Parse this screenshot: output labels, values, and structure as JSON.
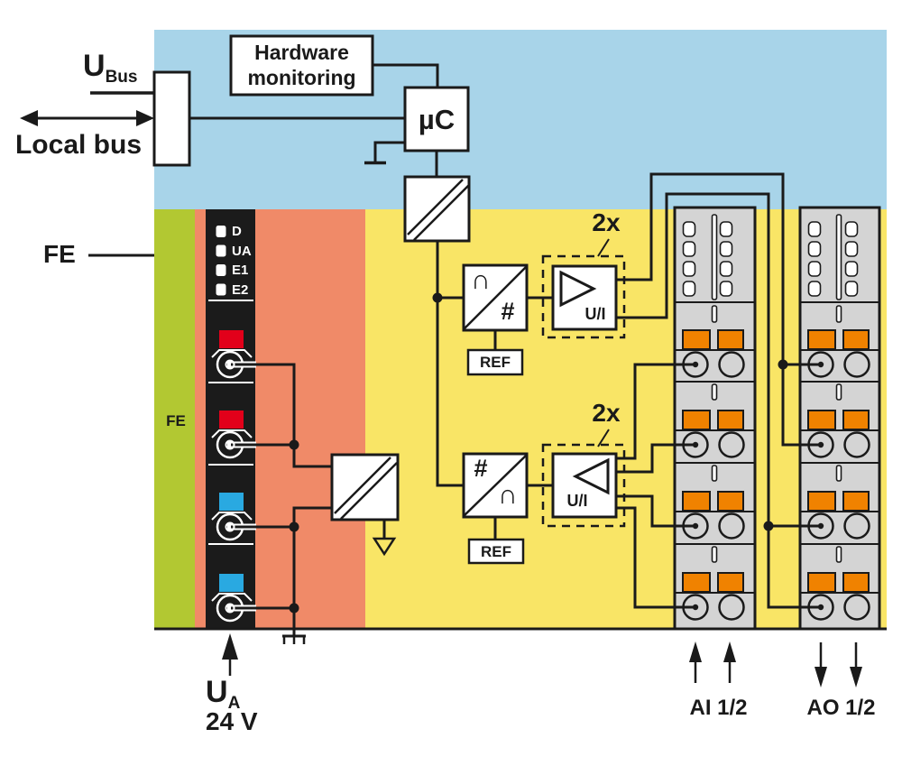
{
  "title": "Analog I/O module block diagram",
  "colors": {
    "bus_area_blue": "#a8d4e9",
    "io_area_yellow": "#f9e566",
    "fe_strip_green": "#b2c832",
    "supply_area_salmon": "#f08a68",
    "connector_black": "#1b1b1b",
    "clamp_orange": "#f08200",
    "clamp_red": "#e2001a",
    "clamp_blue": "#29a9e1",
    "terminal_gray": "#d4d4d4",
    "line_black": "#1a1a1a"
  },
  "labels": {
    "u_bus_main": "U",
    "u_bus_sub": "Bus",
    "local_bus": "Local bus",
    "fe": "FE",
    "fe_strip": "FE",
    "hardware_monitoring_line1": "Hardware",
    "hardware_monitoring_line2": "monitoring",
    "microcontroller": "µC",
    "multiplier_top": "2x",
    "multiplier_bottom": "2x",
    "dac_analog_symbol": "∩",
    "dac_digital_symbol": "#",
    "adc_digital_symbol": "#",
    "adc_analog_symbol": "∩",
    "ref_top": "REF",
    "ref_bottom": "REF",
    "ui_top": "U/I",
    "ui_bottom": "U/I",
    "ua_main": "U",
    "ua_sub": "A",
    "ua_voltage": "24 V",
    "ai_channels": "AI 1/2",
    "ao_channels": "AO 1/2"
  },
  "leds": [
    {
      "label": "D"
    },
    {
      "label": "UA"
    },
    {
      "label": "E1"
    },
    {
      "label": "E2"
    }
  ]
}
